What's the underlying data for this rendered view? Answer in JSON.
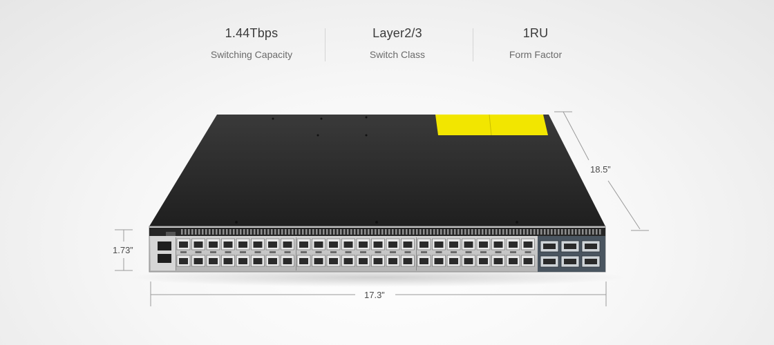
{
  "specs": [
    {
      "value": "1.44Tbps",
      "label": "Switching Capacity"
    },
    {
      "value": "Layer2/3",
      "label": "Switch Class"
    },
    {
      "value": "1RU",
      "label": "Form Factor"
    }
  ],
  "dimensions": {
    "depth": "18.5”",
    "height": "1.73”",
    "width": "17.3”"
  },
  "colors": {
    "chassis_top": "#2b2b2b",
    "front_panel": "#c9c9c9",
    "label_yellow": "#f2e600",
    "dim_line": "#9a9a9a"
  }
}
